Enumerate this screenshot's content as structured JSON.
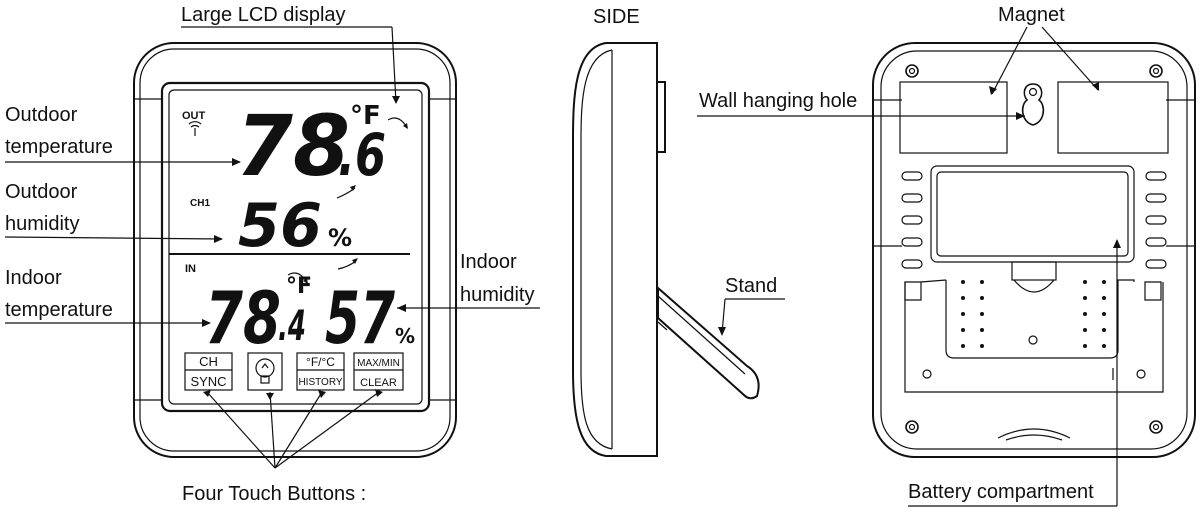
{
  "labels": {
    "large_lcd_display": "Large LCD display",
    "side": "SIDE",
    "magnet": "Magnet",
    "wall_hanging_hole": "Wall hanging hole",
    "outdoor_temperature_1": "Outdoor",
    "outdoor_temperature_2": "temperature",
    "outdoor_humidity_1": "Outdoor",
    "outdoor_humidity_2": "humidity",
    "indoor_temperature_1": "Indoor",
    "indoor_temperature_2": "temperature",
    "indoor_humidity_1": "Indoor",
    "indoor_humidity_2": "humidity",
    "stand": "Stand",
    "four_touch_buttons": "Four Touch Buttons :",
    "battery_compartment": "Battery compartment"
  },
  "display": {
    "out_label": "OUT",
    "ch_label": "CH1",
    "in_label": "IN",
    "outdoor_temp_int": "78",
    "outdoor_temp_dec": ".6",
    "outdoor_temp_unit": "°F",
    "outdoor_humidity": "56",
    "outdoor_humidity_unit": "%",
    "indoor_temp_int": "78",
    "indoor_temp_dec": ".4",
    "indoor_temp_unit": "°F",
    "indoor_humidity": "57",
    "indoor_humidity_unit": "%"
  },
  "buttons": [
    {
      "top": "CH",
      "bottom": "SYNC"
    },
    {
      "top": "",
      "bottom": ""
    },
    {
      "top": "°F/°C",
      "bottom": "HISTORY"
    },
    {
      "top": "MAX/MIN",
      "bottom": "CLEAR"
    }
  ]
}
